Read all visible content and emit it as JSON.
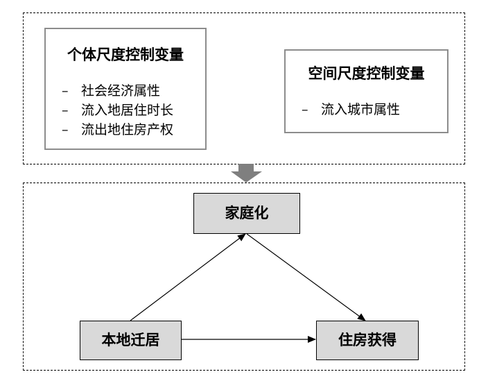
{
  "top_panel": {
    "individual_box": {
      "title": "个体尺度控制变量",
      "items": [
        "社会经济属性",
        "流入地居住时长",
        "流出地住房产权"
      ]
    },
    "spatial_box": {
      "title": "空间尺度控制变量",
      "items": [
        "流入城市属性"
      ]
    },
    "list_marker": "–"
  },
  "bottom_panel": {
    "nodes": {
      "family": "家庭化",
      "local": "本地迁居",
      "housing": "住房获得"
    }
  },
  "colors": {
    "node_fill": "#d9d9d9",
    "box_border": "#8c8c8c",
    "flow_arrow": "#7f7f7f",
    "line": "#000000"
  }
}
